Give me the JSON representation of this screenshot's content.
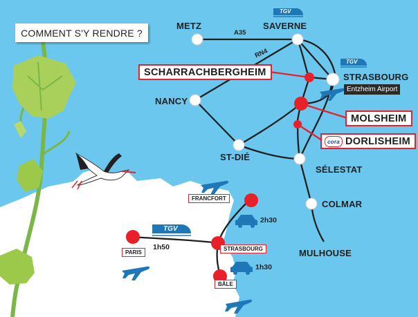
{
  "title": "COMMENT S'Y RENDRE ?",
  "colors": {
    "sea": "#6cc7ee",
    "land": "#ffffff",
    "route": "#1f1f1f",
    "highlight": "#e8202a",
    "transport_blue": "#1e78b8",
    "leaf_green": "#8cc63f"
  },
  "icons": [
    "tgv-train-icon",
    "airplane-icon",
    "car-icon",
    "cora-logo",
    "stork-illustration",
    "grapevine-illustration"
  ],
  "regional_map": {
    "roads": {
      "a35": "A35",
      "rn4": "RN4"
    },
    "cities": {
      "metz": "METZ",
      "saverne": "SAVERNE",
      "strasbourg": "STRASBOURG",
      "nancy": "NANCY",
      "st_die": "ST-DIÉ",
      "selestat": "SÉLESTAT",
      "colmar": "COLMAR",
      "mulhouse": "MULHOUSE"
    },
    "highlighted": {
      "scharrachbergheim": "SCHARRACHBERGHEIM",
      "molsheim": "MOLSHEIM",
      "dorlisheim": "DORLISHEIM"
    },
    "airport": "Entzheim Airport",
    "tgv": "TGV",
    "cora": "cora"
  },
  "europe_map": {
    "cities": {
      "francfort": "FRANCFORT",
      "paris": "PARIS",
      "strasbourg": "STRASBOURG",
      "bale": "BÂLE"
    },
    "times": {
      "paris_strasbourg": "1h50",
      "francfort_strasbourg": "2h30",
      "strasbourg_bale": "1h30"
    },
    "tgv": "TGV"
  }
}
